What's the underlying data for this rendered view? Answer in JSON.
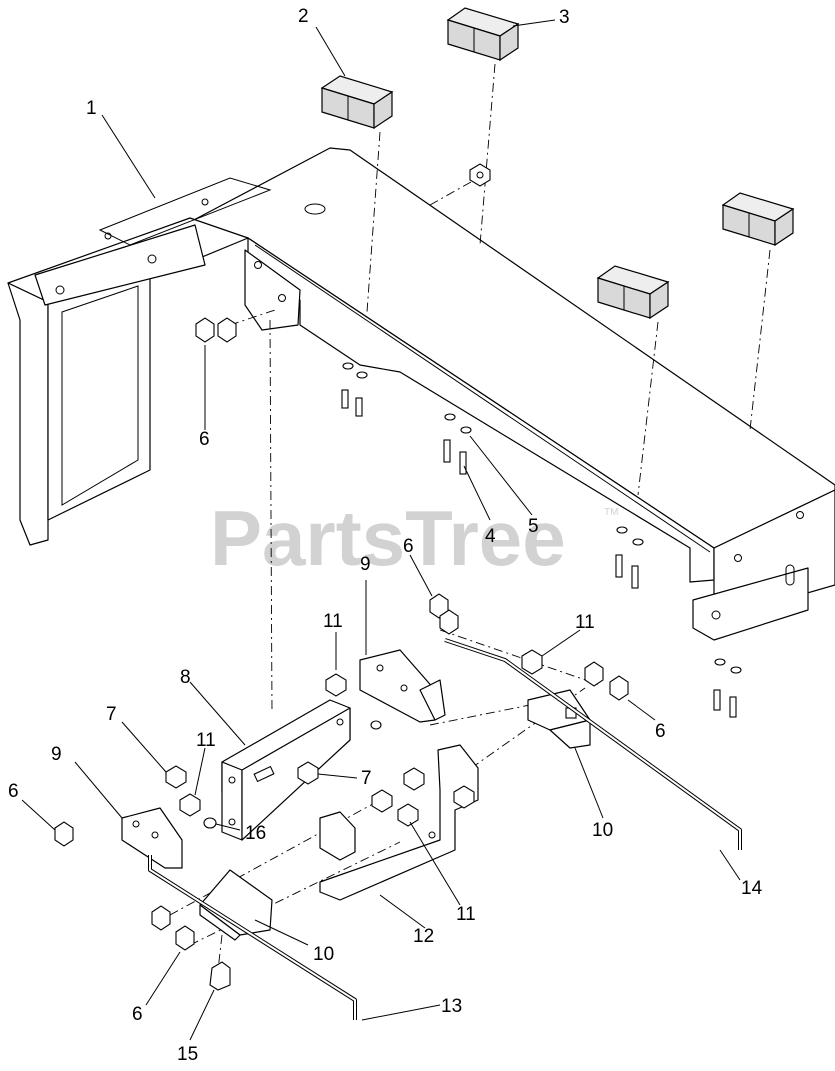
{
  "watermark": {
    "text": "PartsTree",
    "trademark": "TM"
  },
  "callouts": [
    {
      "id": "c1",
      "text": "1"
    },
    {
      "id": "c2",
      "text": "2"
    },
    {
      "id": "c3",
      "text": "3"
    },
    {
      "id": "c4",
      "text": "4"
    },
    {
      "id": "c5",
      "text": "5"
    },
    {
      "id": "c6a",
      "text": "6"
    },
    {
      "id": "c6b",
      "text": "6"
    },
    {
      "id": "c6c",
      "text": "6"
    },
    {
      "id": "c6d",
      "text": "6"
    },
    {
      "id": "c6e",
      "text": "6"
    },
    {
      "id": "c7a",
      "text": "7"
    },
    {
      "id": "c7b",
      "text": "7"
    },
    {
      "id": "c8",
      "text": "8"
    },
    {
      "id": "c9a",
      "text": "9"
    },
    {
      "id": "c9b",
      "text": "9"
    },
    {
      "id": "c10a",
      "text": "10"
    },
    {
      "id": "c10b",
      "text": "10"
    },
    {
      "id": "c11a",
      "text": "11"
    },
    {
      "id": "c11b",
      "text": "11"
    },
    {
      "id": "c11c",
      "text": "11"
    },
    {
      "id": "c11d",
      "text": "11"
    },
    {
      "id": "c12",
      "text": "12"
    },
    {
      "id": "c13",
      "text": "13"
    },
    {
      "id": "c14",
      "text": "14"
    },
    {
      "id": "c15",
      "text": "15"
    },
    {
      "id": "c16",
      "text": "16"
    }
  ]
}
